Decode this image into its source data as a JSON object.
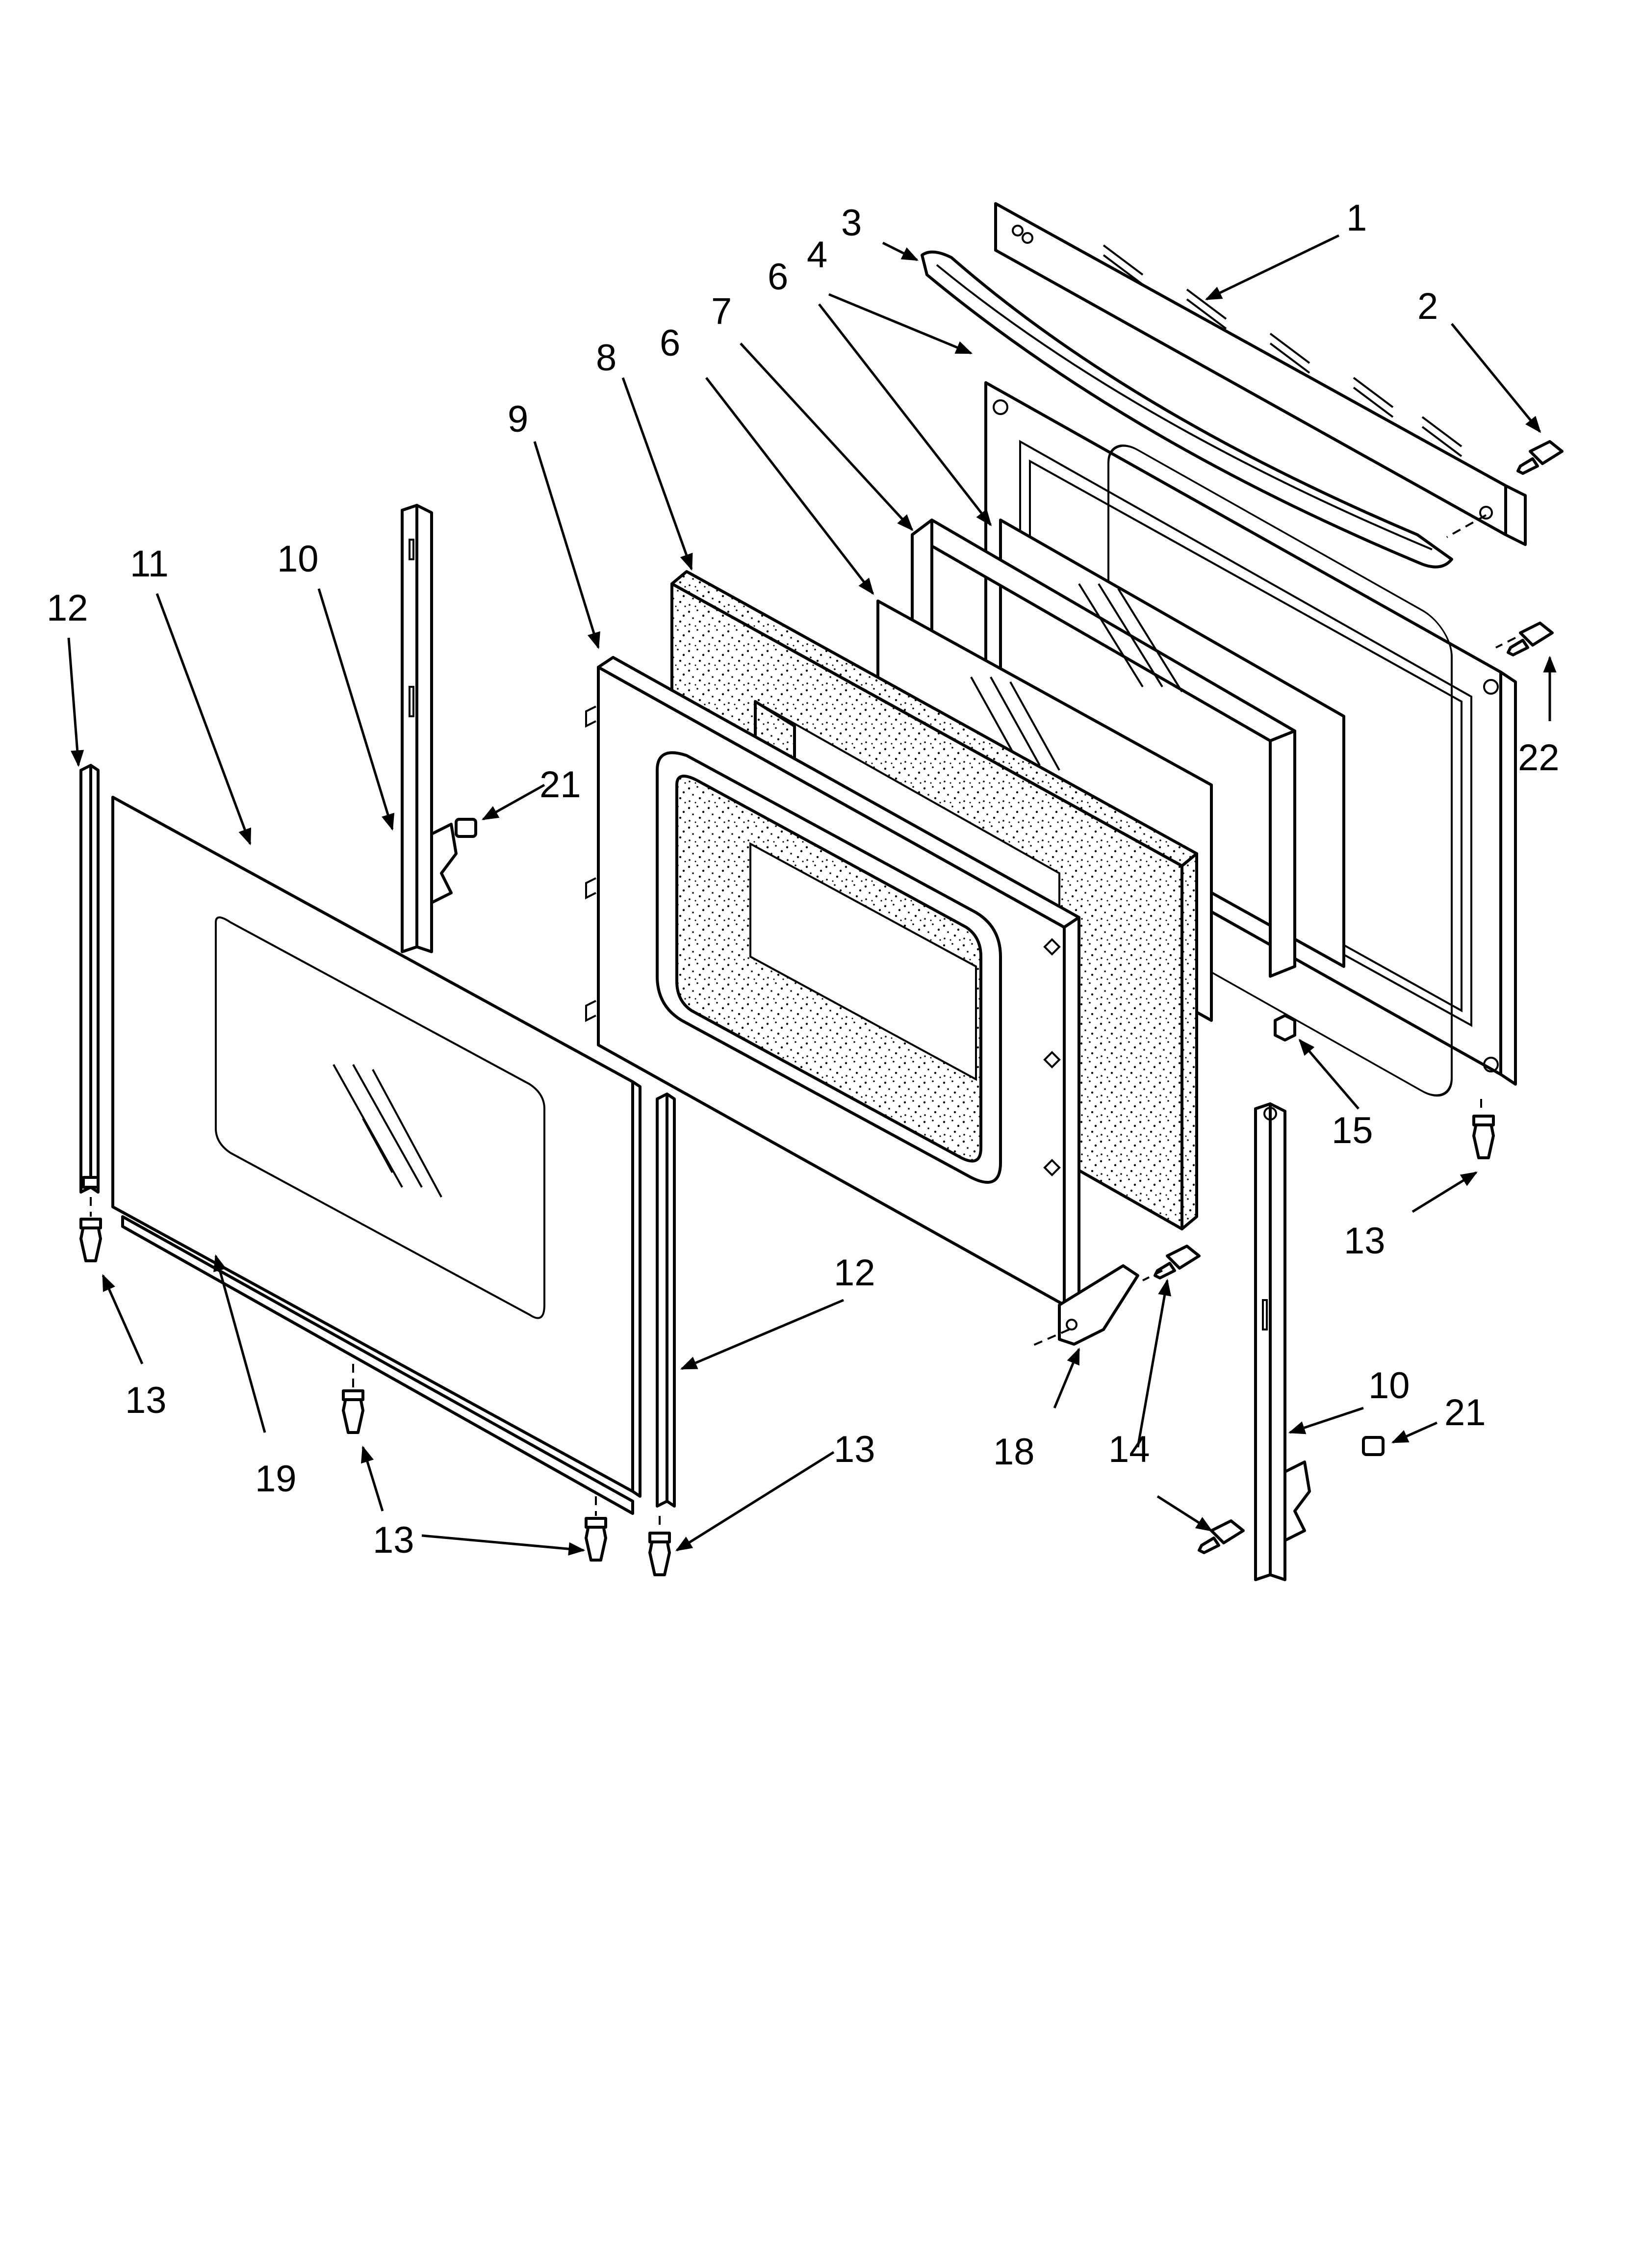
{
  "diagram": {
    "callouts": {
      "c1": "1",
      "c2": "2",
      "c3": "3",
      "c4": "4",
      "c6a": "6",
      "c6b": "6",
      "c7": "7",
      "c8": "8",
      "c9": "9",
      "c10a": "10",
      "c10b": "10",
      "c11": "11",
      "c12a": "12",
      "c12b": "12",
      "c13a": "13",
      "c13b": "13",
      "c13c": "13",
      "c13d": "13",
      "c14": "14",
      "c15": "15",
      "c18": "18",
      "c19": "19",
      "c21a": "21",
      "c21b": "21",
      "c22": "22"
    }
  }
}
